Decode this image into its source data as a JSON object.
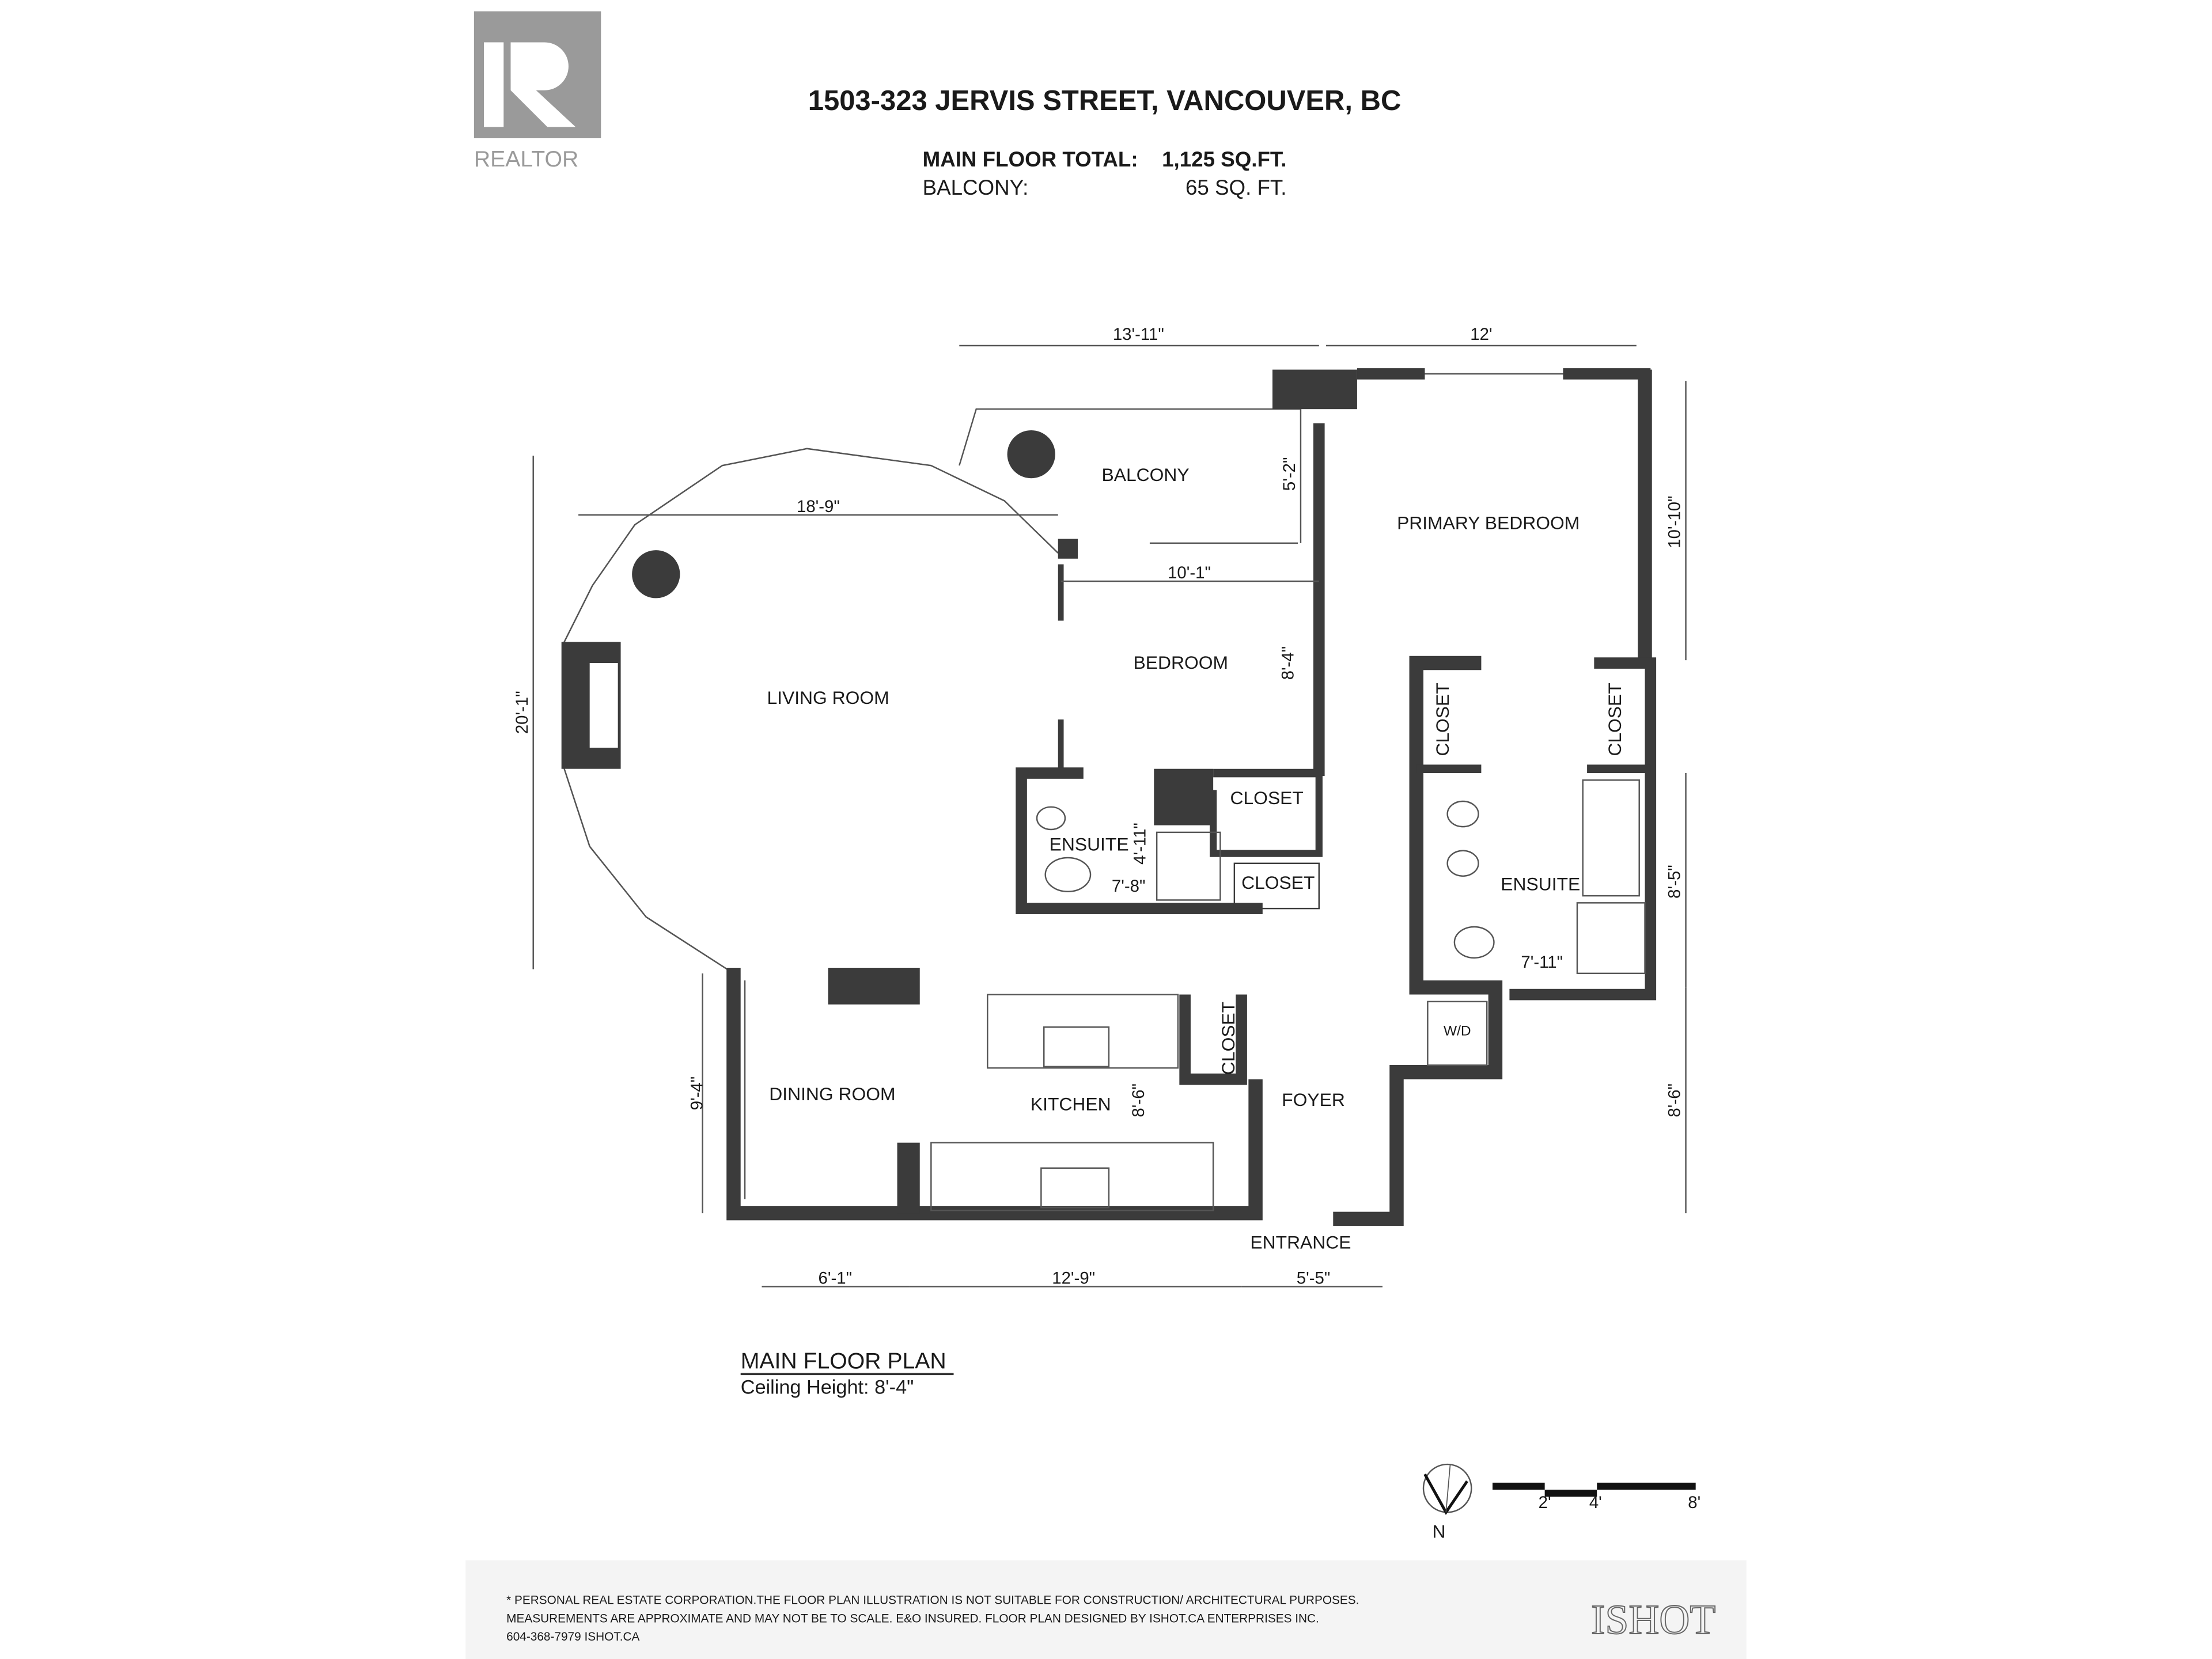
{
  "logo": {
    "brand": "REALTOR",
    "mark": "R"
  },
  "header": {
    "address": "1503-323 JERVIS STREET, VANCOUVER, BC",
    "main_floor_label": "MAIN FLOOR TOTAL:",
    "main_floor_value": "1,125 SQ.FT.",
    "balcony_label": "BALCONY:",
    "balcony_value": "65 SQ. FT."
  },
  "rooms": {
    "balcony": "BALCONY",
    "primary_bedroom": "PRIMARY BEDROOM",
    "bedroom": "BEDROOM",
    "living_room": "LIVING ROOM",
    "closet_1": "CLOSET",
    "closet_2": "CLOSET",
    "closet_left": "CLOSET",
    "closet_right": "CLOSET",
    "closet_foyer": "CLOSET",
    "ensuite_1": "ENSUITE",
    "ensuite_2": "ENSUITE",
    "wd": "W/D",
    "dining_room": "DINING ROOM",
    "kitchen": "KITCHEN",
    "foyer": "FOYER",
    "entrance": "ENTRANCE"
  },
  "dimensions": {
    "balcony_width": "13'-11\"",
    "primary_width": "12'",
    "living_width": "18'-9\"",
    "balcony_depth": "5'-2\"",
    "bedroom_width": "10'-1\"",
    "primary_depth": "10'-10\"",
    "living_depth": "20'-1\"",
    "bedroom_depth": "8'-4\"",
    "ensuite1_depth": "4'-11\"",
    "ensuite1_width": "7'-8\"",
    "ensuite2_depth": "8'-5\"",
    "ensuite2_width": "7'-11\"",
    "dining_depth": "9'-4\"",
    "kitchen_depth": "8'-6\"",
    "foyer_depth": "8'-6\"",
    "dining_width": "6'-1\"",
    "kitchen_width": "12'-9\"",
    "foyer_width": "5'-5\""
  },
  "plan_title": {
    "title": "MAIN FLOOR PLAN",
    "ceiling": "Ceiling Height: 8'-4\""
  },
  "legend": {
    "north": "N",
    "scale_ticks": [
      "2'",
      "4'",
      "8'"
    ]
  },
  "footer": {
    "line1": "* PERSONAL REAL ESTATE CORPORATION.THE FLOOR PLAN ILLUSTRATION IS NOT SUITABLE FOR CONSTRUCTION/ ARCHITECTURAL PURPOSES.",
    "line2": "MEASUREMENTS ARE APPROXIMATE AND MAY NOT BE TO SCALE. E&O INSURED. FLOOR PLAN DESIGNED BY ISHOT.CA ENTERPRISES INC.",
    "line3": "604-368-7979  ISHOT.CA",
    "brand": "ISHOT"
  },
  "colors": {
    "wall": "#3b3b3b",
    "logo": "#9a9a9a",
    "footer_bg": "#f4f4f4"
  }
}
